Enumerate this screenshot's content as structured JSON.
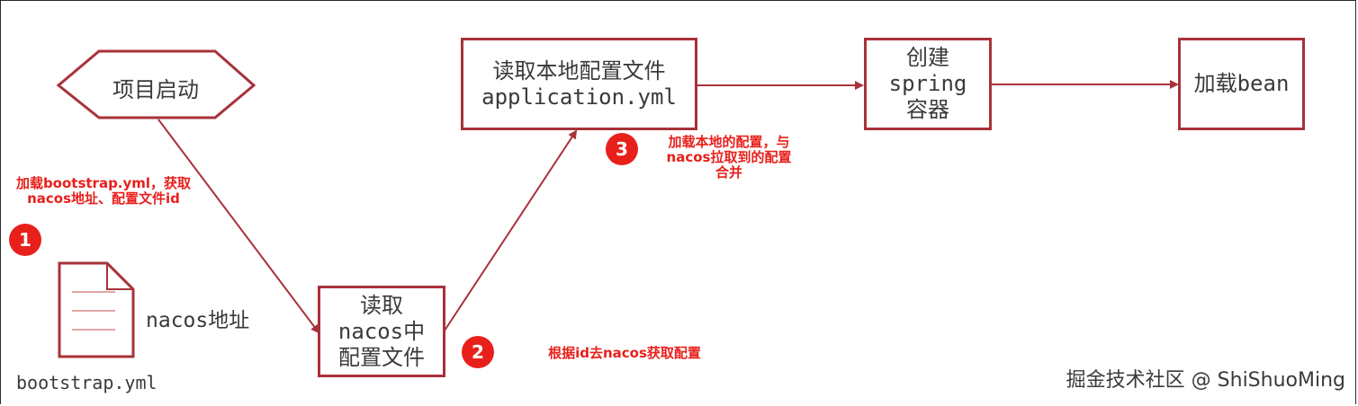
{
  "nodes": {
    "start": "项目启动",
    "read_nacos": "读取\nnacos中\n配置文件",
    "read_local": "读取本地配置文件\napplication.yml",
    "create_spring": "创建\nspring\n容器",
    "load_bean": "加载bean"
  },
  "file": {
    "note": "nacos地址",
    "filename": "bootstrap.yml"
  },
  "annotations": [
    {
      "badge": "1",
      "text": "加载bootstrap.yml，获取\nnacos地址、配置文件id"
    },
    {
      "badge": "2",
      "text": "根据id去nacos获取配置"
    },
    {
      "badge": "3",
      "text": "加载本地的配置，与\nnacos拉取到的配置\n合并"
    }
  ],
  "watermark": "掘金技术社区 @ ShiShuoMing",
  "colors": {
    "box_border": "#a8323a",
    "arrow": "#a8323a",
    "annotation": "#e8201b",
    "text": "#3a3a3a"
  }
}
